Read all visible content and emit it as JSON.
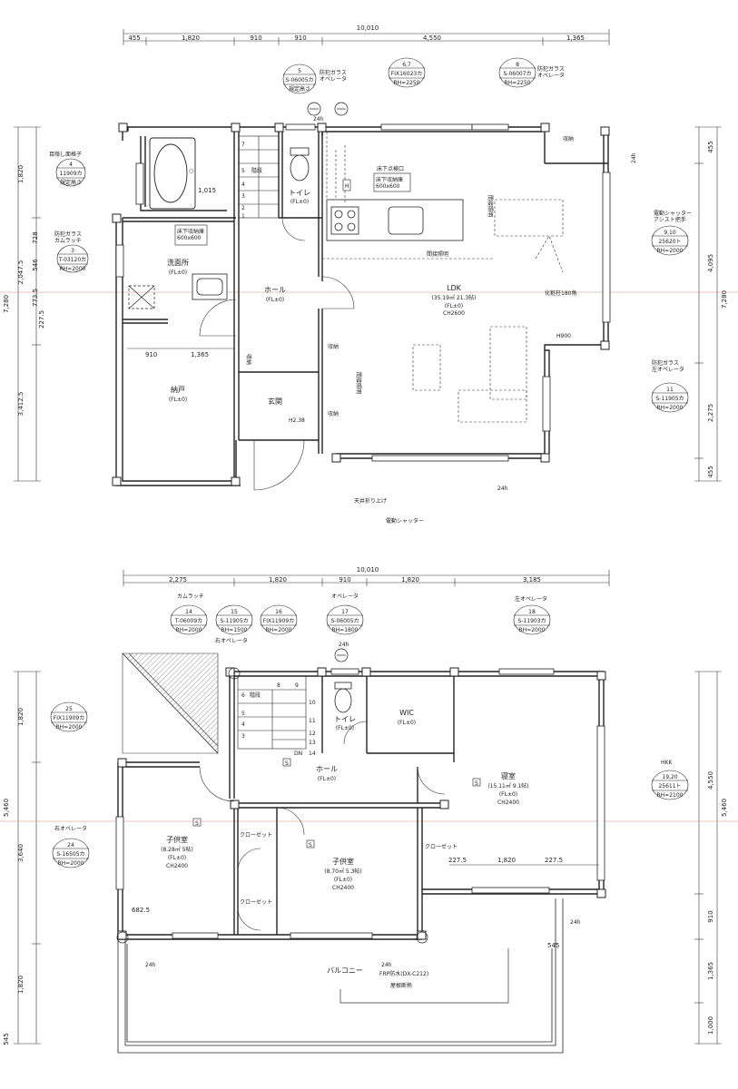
{
  "floor1": {
    "overall_dim": "10,010",
    "top_dims": [
      "455",
      "1,820",
      "910",
      "910",
      "4,550",
      "1,365"
    ],
    "left_dims": [
      "1,820",
      "728",
      "546",
      "2,047.5",
      "773.5",
      "227.5",
      "7,280",
      "3,412.5"
    ],
    "right_dims": [
      "455",
      "4,095",
      "7,280",
      "2,275",
      "455"
    ],
    "rooms": {
      "ldk": {
        "name": "LDK",
        "area": "(35.19㎡ 21.3帖)",
        "fl": "(FL±0)",
        "ch": "CH2600"
      },
      "hall": {
        "name": "ホール",
        "fl": "(FL±0)"
      },
      "toilet": {
        "name": "トイレ",
        "fl": "(FL±0)"
      },
      "washroom": {
        "name": "洗面所",
        "fl": "(FL±0)"
      },
      "storeroom": {
        "name": "納戸",
        "fl": "(FL±0)"
      },
      "entrance": "玄関",
      "storage1": "収納",
      "storage2": "収納",
      "storage3": "収納",
      "stairs": "階段"
    },
    "notes": {
      "underfloor1": "床下収納庫\n600x600",
      "underfloor2": "床下点検口",
      "underfloor2b": "床下収納庫\n600x600",
      "indirect1": "間接照明",
      "indirect2": "間接照明",
      "indirect3": "間接照明",
      "pillar": "化粧柱180角",
      "h900": "H900",
      "ceiling": "天井折り上げ",
      "shutter": "電動シャッター",
      "shoes": "H2.38",
      "screen": "目隠し面格子",
      "dims_inner": [
        "1,015",
        "910",
        "1,365"
      ],
      "h24": "24h"
    },
    "windows": [
      {
        "id": "w4",
        "label": "目隠し面格子",
        "no": "4",
        "code": "11909カ",
        "sub": "規定高さ"
      },
      {
        "id": "w3",
        "label": "防犯ガラス\nカムラッチ",
        "no": "3",
        "code": "T-03120カ",
        "sub": "RH=2000"
      },
      {
        "id": "w5",
        "label": "",
        "no": "5",
        "code": "S-06005カ",
        "sub": "規定高さ"
      },
      {
        "id": "w67",
        "label": "",
        "no": "6,7",
        "code": "FIX16023カ",
        "sub": "RH=2250"
      },
      {
        "id": "w8",
        "label": "",
        "no": "8",
        "code": "S-06007カ",
        "sub": "RH=2250"
      },
      {
        "id": "w910",
        "label": "電動シャッター\nアシスト把手",
        "no": "9,10",
        "code": "25620ト",
        "sub": "RH=2000"
      },
      {
        "id": "w11",
        "label": "防犯ガラス\n左オペレータ",
        "no": "11",
        "code": "S-11905カ",
        "sub": "RH=2000"
      }
    ],
    "glass_label_top": "防犯ガラス\nオペレータ",
    "glass_label_top2": "防犯ガラス\nオペレータ"
  },
  "floor2": {
    "overall_dim": "10,010",
    "top_dims": [
      "2,275",
      "1,820",
      "910",
      "1,820",
      "3,185"
    ],
    "left_dims": [
      "1,820",
      "5,460",
      "3,640",
      "1,820",
      "545"
    ],
    "right_dims": [
      "4,550",
      "5,460",
      "910",
      "1,365",
      "1,000"
    ],
    "rooms": {
      "bedroom": {
        "name": "寝室",
        "area": "(15.11㎡ 9.1帖)",
        "fl": "(FL±0)",
        "ch": "CH2400"
      },
      "kids1": {
        "name": "子供室",
        "area": "(8.28㎡ 5帖)",
        "fl": "(FL±0)",
        "ch": "CH2400"
      },
      "kids2": {
        "name": "子供室",
        "area": "(8.70㎡ 5.3帖)",
        "fl": "(FL±0)",
        "ch": "CH2400"
      },
      "wic": {
        "name": "WIC",
        "fl": "(FL±0)"
      },
      "toilet": {
        "name": "トイレ",
        "fl": "(FL±0)"
      },
      "hall": {
        "name": "ホール",
        "fl": "(FL±0)"
      },
      "stairs": "階段",
      "closet1": "クローゼット",
      "closet2": "クローゼット",
      "closet3": "クローゼット",
      "balcony": "バルコニー",
      "frp": "FRP防水(DX-C212)",
      "roof": "屋根断熱",
      "dn": "DN"
    },
    "inner_dims": [
      "227.5",
      "1,820",
      "227.5",
      "682.5",
      "545"
    ],
    "windows": [
      {
        "id": "w14",
        "label": "カムラッチ",
        "no": "14",
        "code": "T-06009カ",
        "sub": "RH=2000"
      },
      {
        "id": "w15",
        "label": "",
        "no": "15",
        "code": "S-11905カ",
        "sub": "RH=1500"
      },
      {
        "id": "w16",
        "label": "",
        "no": "16",
        "code": "FIX11909カ",
        "sub": "RH=2000"
      },
      {
        "id": "w17",
        "label": "オペレータ",
        "no": "17",
        "code": "S-06005カ",
        "sub": "RH=1800"
      },
      {
        "id": "w18",
        "label": "左オペレータ",
        "no": "18",
        "code": "S-11903カ",
        "sub": "RH=2000"
      },
      {
        "id": "w25",
        "label": "",
        "no": "25",
        "code": "FIX11909カ",
        "sub": "RH=2000"
      },
      {
        "id": "w24",
        "label": "右オペレータ",
        "no": "24",
        "code": "S-16505カ",
        "sub": "RH=2000"
      },
      {
        "id": "w1920",
        "label": "HKK",
        "no": "19,20",
        "code": "25611ト",
        "sub": "RH=2100"
      }
    ],
    "right_op": "右オペレータ",
    "h24": "24h"
  }
}
